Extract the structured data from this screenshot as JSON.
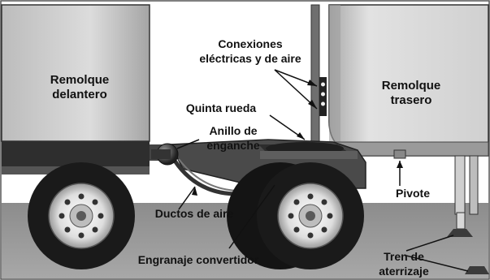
{
  "labels": {
    "front_trailer": [
      "Remolque",
      "delantero"
    ],
    "rear_trailer": [
      "Remolque",
      "trasero"
    ],
    "connections": [
      "Conexiones",
      "eléctricas y de aire"
    ],
    "fifth_wheel": "Quinta rueda",
    "coupling_ring": [
      "Anillo de",
      "enganche"
    ],
    "kingpin": "Pivote",
    "air_ducts": "Ductos de aire",
    "converter_gear": "Engranaje convertidor",
    "landing_gear": [
      "Tren de",
      "aterrizaje"
    ]
  },
  "colors": {
    "trailer_light": "#d9d9d9",
    "trailer_shadow": "#8a8a8a",
    "ground": "#9a9a9a",
    "tire": "#1a1a1a",
    "rim": "#e8e8e8",
    "metal_dark": "#3a3a3a"
  }
}
